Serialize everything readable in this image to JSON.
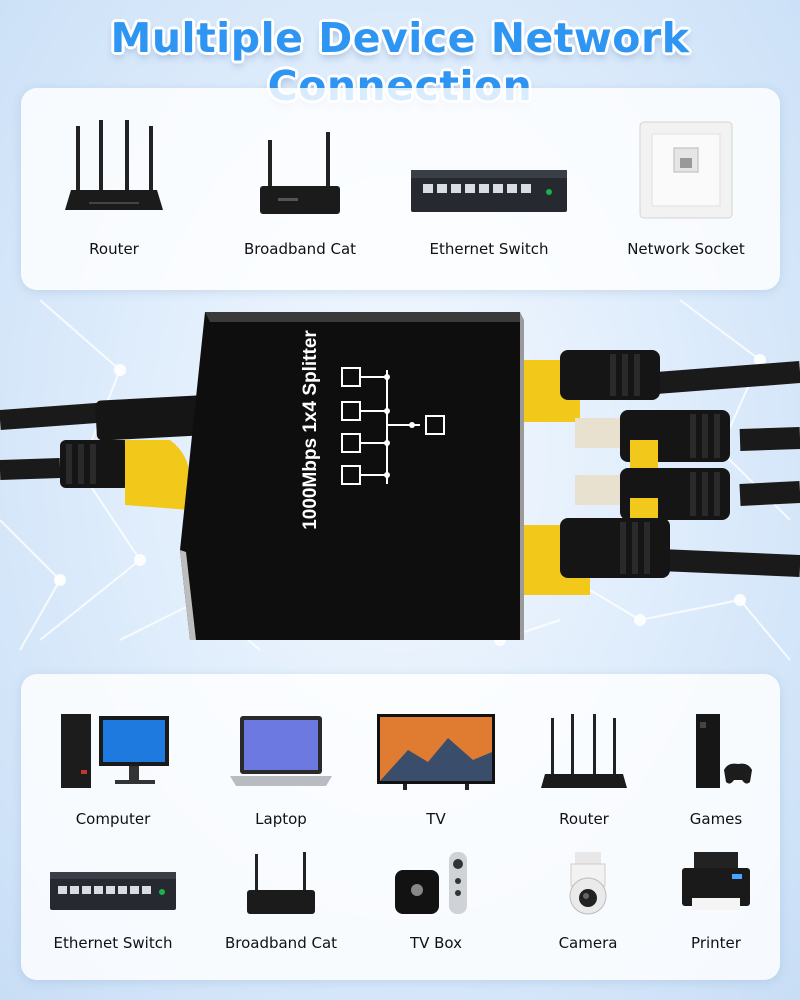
{
  "title": "Multiple Device Network Connection",
  "splitter_label": "1000Mbps 1x4 Splitter",
  "upstream_devices": [
    {
      "label": "Router",
      "icon": "router-icon"
    },
    {
      "label": "Broadband Cat",
      "icon": "broadband-cat-icon"
    },
    {
      "label": "Ethernet Switch",
      "icon": "ethernet-switch-icon"
    },
    {
      "label": "Network Socket",
      "icon": "network-socket-icon"
    }
  ],
  "downstream_devices": [
    {
      "label": "Computer",
      "icon": "computer-icon"
    },
    {
      "label": "Laptop",
      "icon": "laptop-icon"
    },
    {
      "label": "TV",
      "icon": "tv-icon"
    },
    {
      "label": "Router",
      "icon": "router-icon"
    },
    {
      "label": "Games",
      "icon": "game-console-icon"
    },
    {
      "label": "Ethernet Switch",
      "icon": "ethernet-switch-icon"
    },
    {
      "label": "Broadband Cat",
      "icon": "broadband-cat-icon"
    },
    {
      "label": "TV Box",
      "icon": "tv-box-icon"
    },
    {
      "label": "Camera",
      "icon": "camera-icon"
    },
    {
      "label": "Printer",
      "icon": "printer-icon"
    }
  ],
  "colors": {
    "title": "#2f95f3",
    "connector": "#f2c81a",
    "device_body": "#111111"
  }
}
